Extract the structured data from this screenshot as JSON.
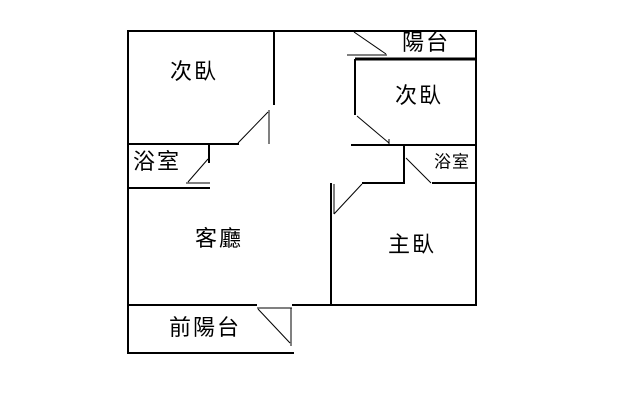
{
  "floorplan": {
    "title": "apartment-floor-plan",
    "colors": {
      "wall": "#000000",
      "background": "#ffffff"
    },
    "rooms": {
      "bedroom_top_left": {
        "label": "次臥"
      },
      "balcony_top": {
        "label": "陽台"
      },
      "bedroom_top_right": {
        "label": "次臥"
      },
      "bathroom_left": {
        "label": "浴室"
      },
      "bathroom_right": {
        "label": "浴室"
      },
      "living_room": {
        "label": "客廳"
      },
      "master_bedroom": {
        "label": "主臥"
      },
      "front_balcony": {
        "label": "前陽台"
      }
    }
  }
}
